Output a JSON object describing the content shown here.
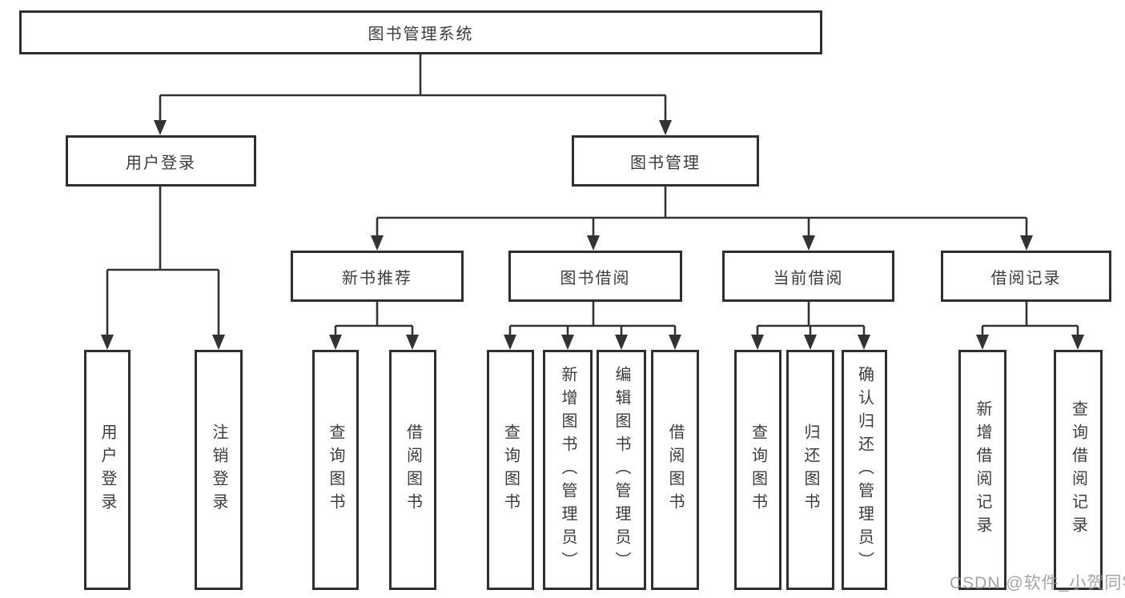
{
  "colors": {
    "line": "#333333",
    "box_border": "#2f2f2f",
    "text": "#3c3c3c",
    "watermark": "#919191"
  },
  "watermark": {
    "text": "CSDN @软件_小贺同学"
  },
  "tree": {
    "label": "图书管理系统",
    "children": [
      {
        "label": "用户登录",
        "children": [
          {
            "label": "用户登录"
          },
          {
            "label": "注销登录"
          }
        ]
      },
      {
        "label": "图书管理",
        "children": [
          {
            "label": "新书推荐",
            "children": [
              {
                "label": "查询图书"
              },
              {
                "label": "借阅图书"
              }
            ]
          },
          {
            "label": "图书借阅",
            "children": [
              {
                "label": "查询图书"
              },
              {
                "label": "新增图书（管理员）"
              },
              {
                "label": "编辑图书（管理员）"
              },
              {
                "label": "借阅图书"
              }
            ]
          },
          {
            "label": "当前借阅",
            "children": [
              {
                "label": "查询图书"
              },
              {
                "label": "归还图书"
              },
              {
                "label": "确认归还（管理员）"
              }
            ]
          },
          {
            "label": "借阅记录",
            "children": [
              {
                "label": "新增借阅记录"
              },
              {
                "label": "查询借阅记录"
              }
            ]
          }
        ]
      }
    ]
  }
}
